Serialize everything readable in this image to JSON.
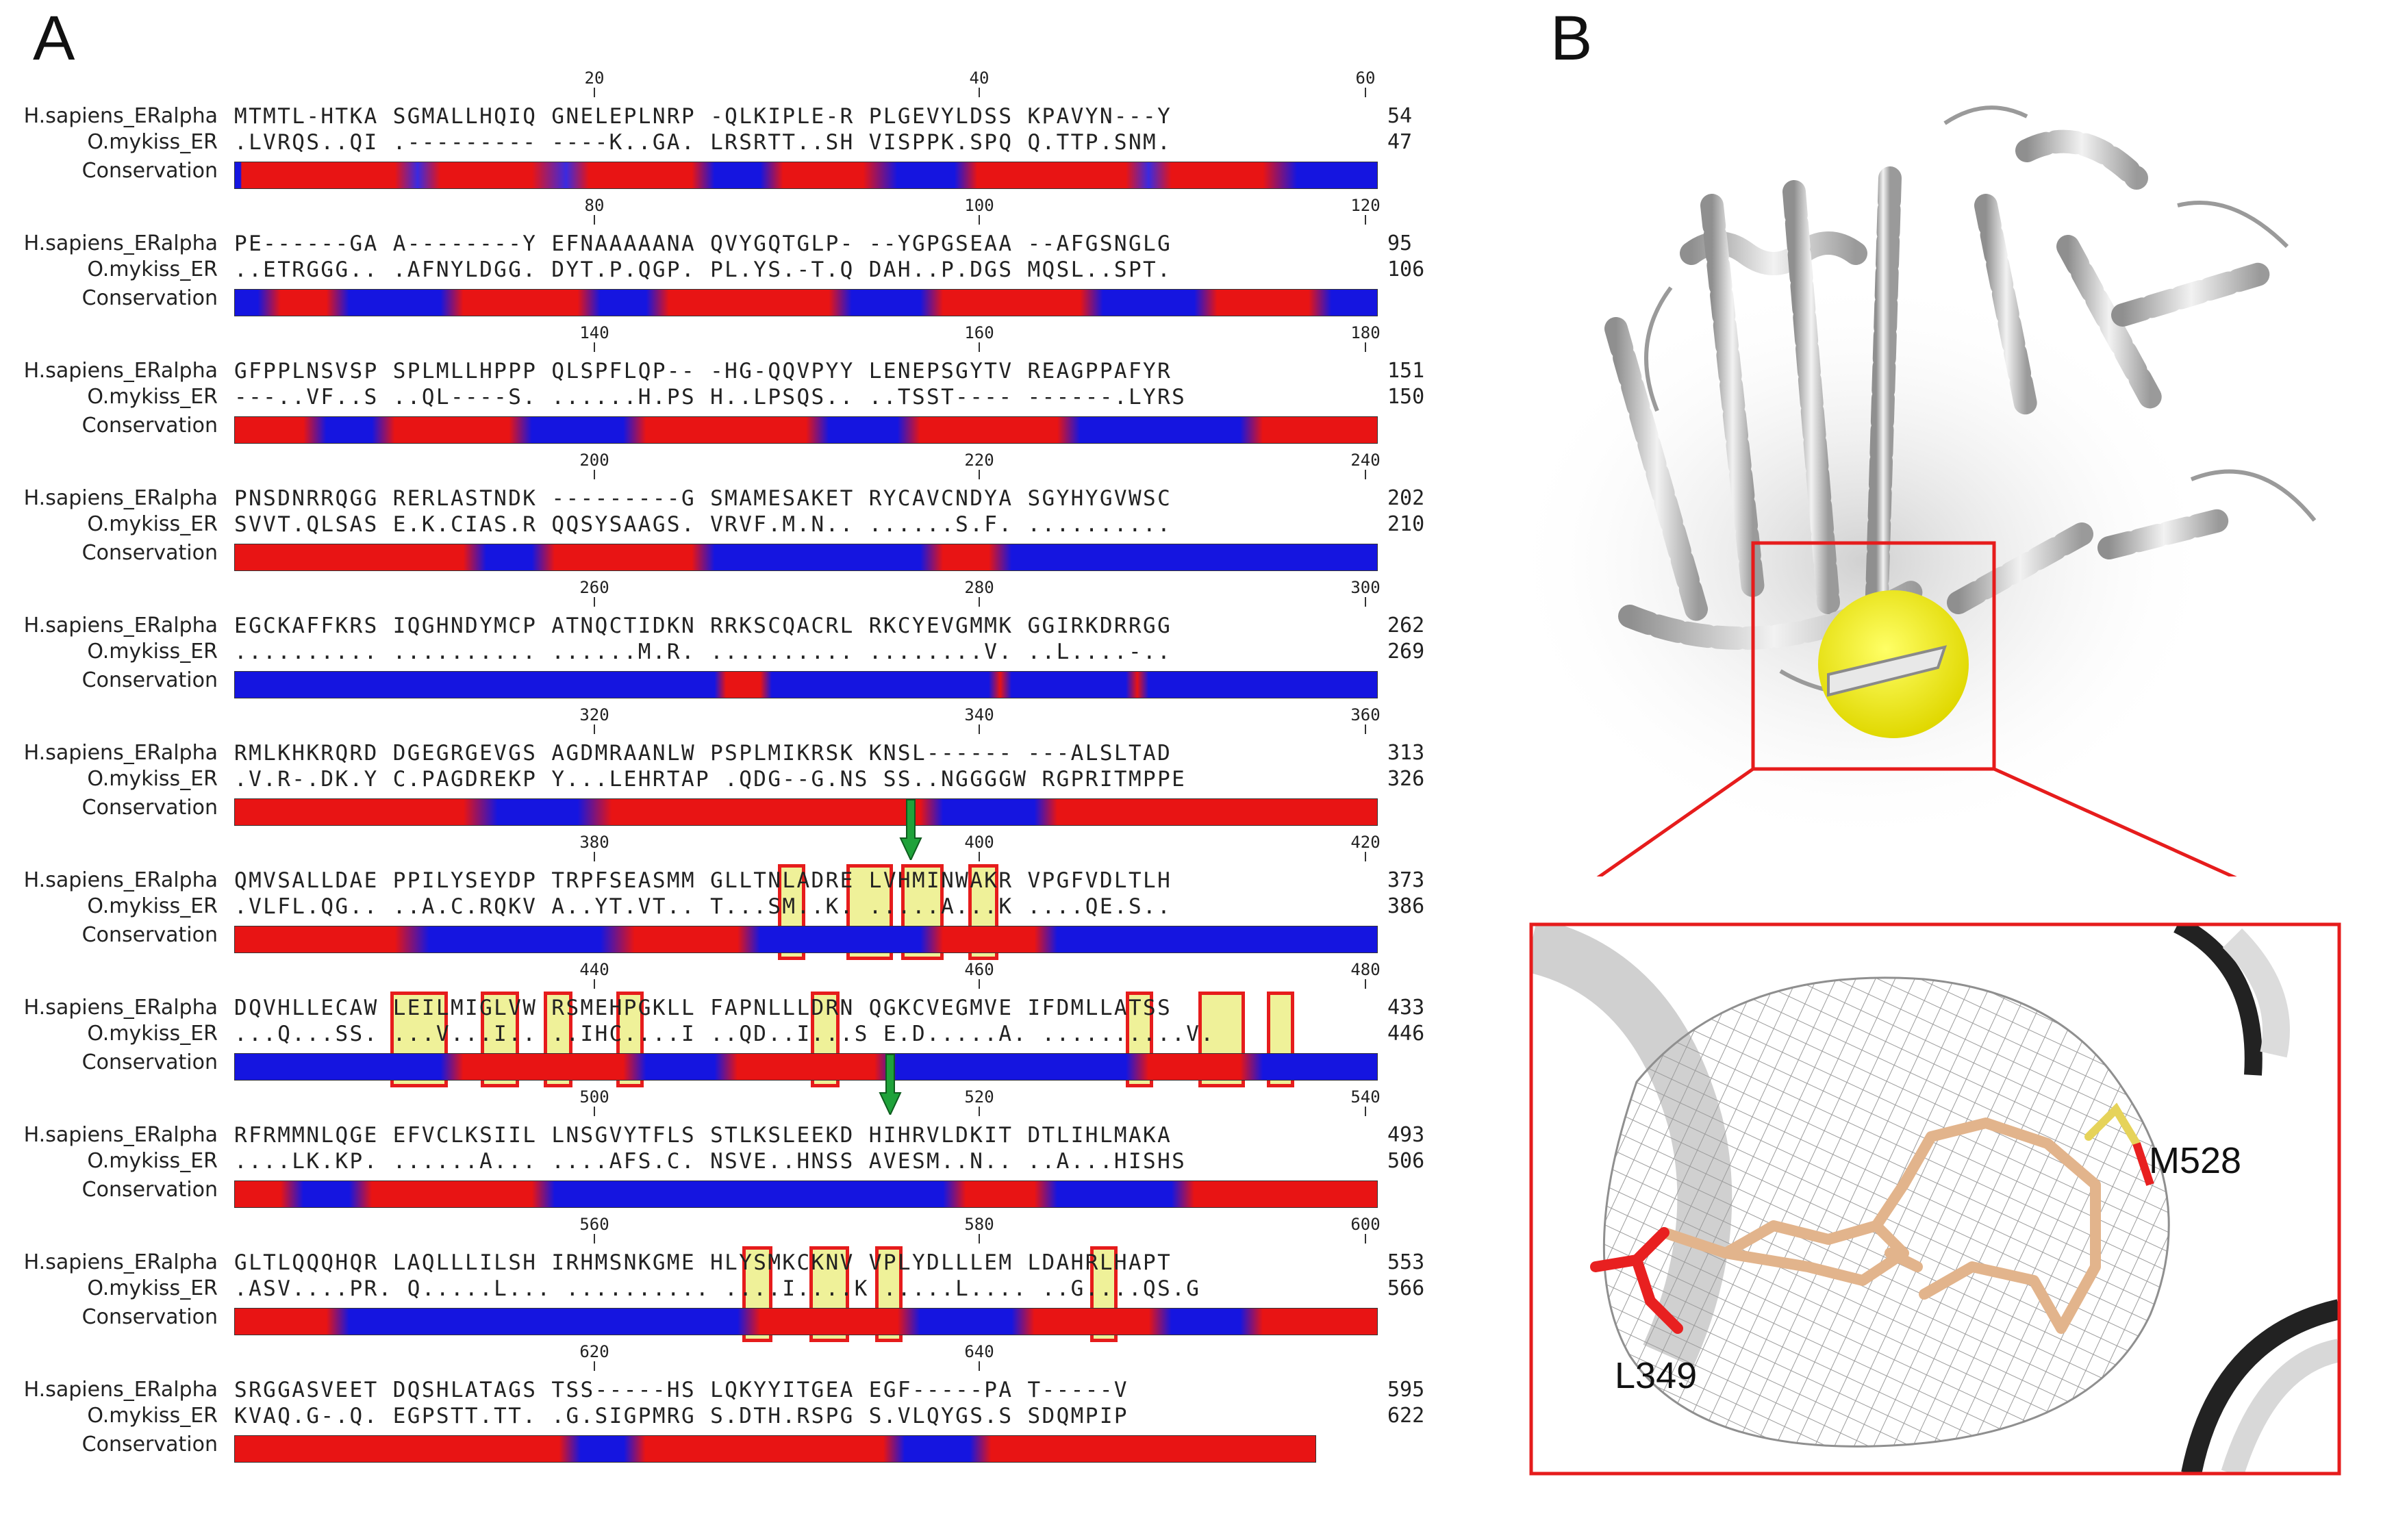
{
  "panels": {
    "a": "A",
    "b": "B"
  },
  "labels": {
    "human": "H.sapiens_ERalpha",
    "trout": "O.mykiss_ER",
    "cons": "Conservation"
  },
  "blocks": [
    {
      "ticks": [
        "20",
        "40",
        "60"
      ],
      "h": "MTMTL-HTKA SGMALLHQIQ GNELEPLNRP -QLKIPLE-R PLGEVYLDSS KPAVYN---Y",
      "hn": "54",
      "t": ".LVRQS..QI .--------- ----K..GA. LRSRTT..SH VISPPK.SPQ Q.TTP.SNM.",
      "tn": "47"
    },
    {
      "ticks": [
        "80",
        "100",
        "120"
      ],
      "h": "PE------GA A--------Y EFNAAAAANA QVYGQTGLP- --YGPGSEAA --AFGSNGLG",
      "hn": "95",
      "t": "..ETRGGG.. .AFNYLDGG. DYT.P.QGP. PL.YS.-T.Q DAH..P.DGS MQSL..SPT.",
      "tn": "106"
    },
    {
      "ticks": [
        "140",
        "160",
        "180"
      ],
      "h": "GFPPLNSVSP SPLMLLHPPP QLSPFLQP-- -HG-QQVPYY LENEPSGYTV REAGPPAFYR",
      "hn": "151",
      "t": "---..VF..S ..QL----S. ......H.PS H..LPSQS.. ..TSST---- ------.LYRS",
      "tn": "150"
    },
    {
      "ticks": [
        "200",
        "220",
        "240"
      ],
      "h": "PNSDNRRQGG RERLASTNDK ---------G SMAMESAKET RYCAVCNDYA SGYHYGVWSC",
      "hn": "202",
      "t": "SVVT.QLSAS E.K.CIAS.R QQSYSAAGS. VRVF.M.N.. ......S.F. ..........",
      "tn": "210"
    },
    {
      "ticks": [
        "260",
        "280",
        "300"
      ],
      "h": "EGCKAFFKRS IQGHNDYMCP ATNQCTIDKN RRKSCQACRL RKCYEVGMMK GGIRKDRRGG",
      "hn": "262",
      "t": ".......... .......... ......M.R. .......... ........V. ..L....-..",
      "tn": "269"
    },
    {
      "ticks": [
        "320",
        "340",
        "360"
      ],
      "h": "RMLKHKRQRD DGEGRGEVGS AGDMRAANLW PSPLMIKRSK KNSL------ ---ALSLTAD",
      "hn": "313",
      "t": ".V.R-.DK.Y C.PAGDREKP Y...LEHRTAP .QDG--G.NS SS..NGGGGW RGPRITMPPE",
      "tn": "326"
    },
    {
      "ticks": [
        "380",
        "400",
        "420"
      ],
      "h": "QMVSALLDAE PPILYSEYDP TRPFSEASMM GLLTNLADRE LVHMINWAKR VPGFVDLTLH",
      "hn": "373",
      "t": ".VLFL.QG.. ..A.C.RQKV A..YT.VT.. T...SM..K. .....A...K ....QE.S..",
      "tn": "386"
    },
    {
      "ticks": [
        "440",
        "460",
        "480"
      ],
      "h": "DQVHLLECAW LEILMIGLVW RSMEHPGKLL FAPNLLLDRN QGKCVEGMVE IFDMLLATSS",
      "hn": "433",
      "t": "...Q...SS. ...V...I.. ..IHC....I ..QD..I...S E.D.....A. ..........V.",
      "tn": "446"
    },
    {
      "ticks": [
        "500",
        "520",
        "540"
      ],
      "h": "RFRMMNLQGE EFVCLKSIIL LNSGVYTFLS STLKSLEEKD HIHRVLDKIT DTLIHLMAKA",
      "hn": "493",
      "t": "....LK.KP. ......A... ....AFS.C. NSVE..HNSS AVESM..N.. ..A...HISHS",
      "tn": "506"
    },
    {
      "ticks": [
        "560",
        "580",
        "600"
      ],
      "h": "GLTLQQQHQR LAQLLLILSH IRHMSNKGME HLYSMKCKNV VPLYDLLLEM LDAHRLHAPT",
      "hn": "553",
      "t": ".ASV....PR. Q.....L... .......... ....I....K .....L.... ..G....QS.G",
      "tn": "566"
    },
    {
      "ticks": [
        "620",
        "640",
        ""
      ],
      "h": "SRGGASVEET DQSHLATAGS TSS-----HS LQKYYITGEA EGF-----PA T-----V",
      "hn": "595",
      "t": "KVAQ.G-.Q. EGPSTT.TT. .G.SIGPMRG S.DTH.RSPG S.VLQYGS.S SDQMPIP",
      "tn": "622"
    }
  ],
  "residues": {
    "l349": "L349",
    "m528": "M528"
  }
}
